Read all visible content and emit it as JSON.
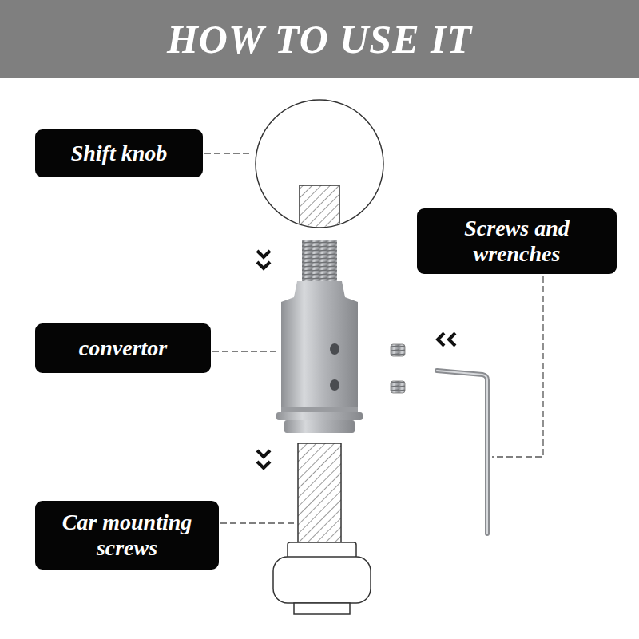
{
  "diagram": {
    "title": "HOW TO USE IT",
    "nodes": [
      {
        "text": [
          "Shift knob"
        ]
      },
      {
        "text": [
          "Screws and wrenches"
        ]
      },
      {
        "text": [
          "convertor"
        ]
      },
      {
        "text": [
          "Car mounting screws"
        ]
      }
    ]
  }
}
